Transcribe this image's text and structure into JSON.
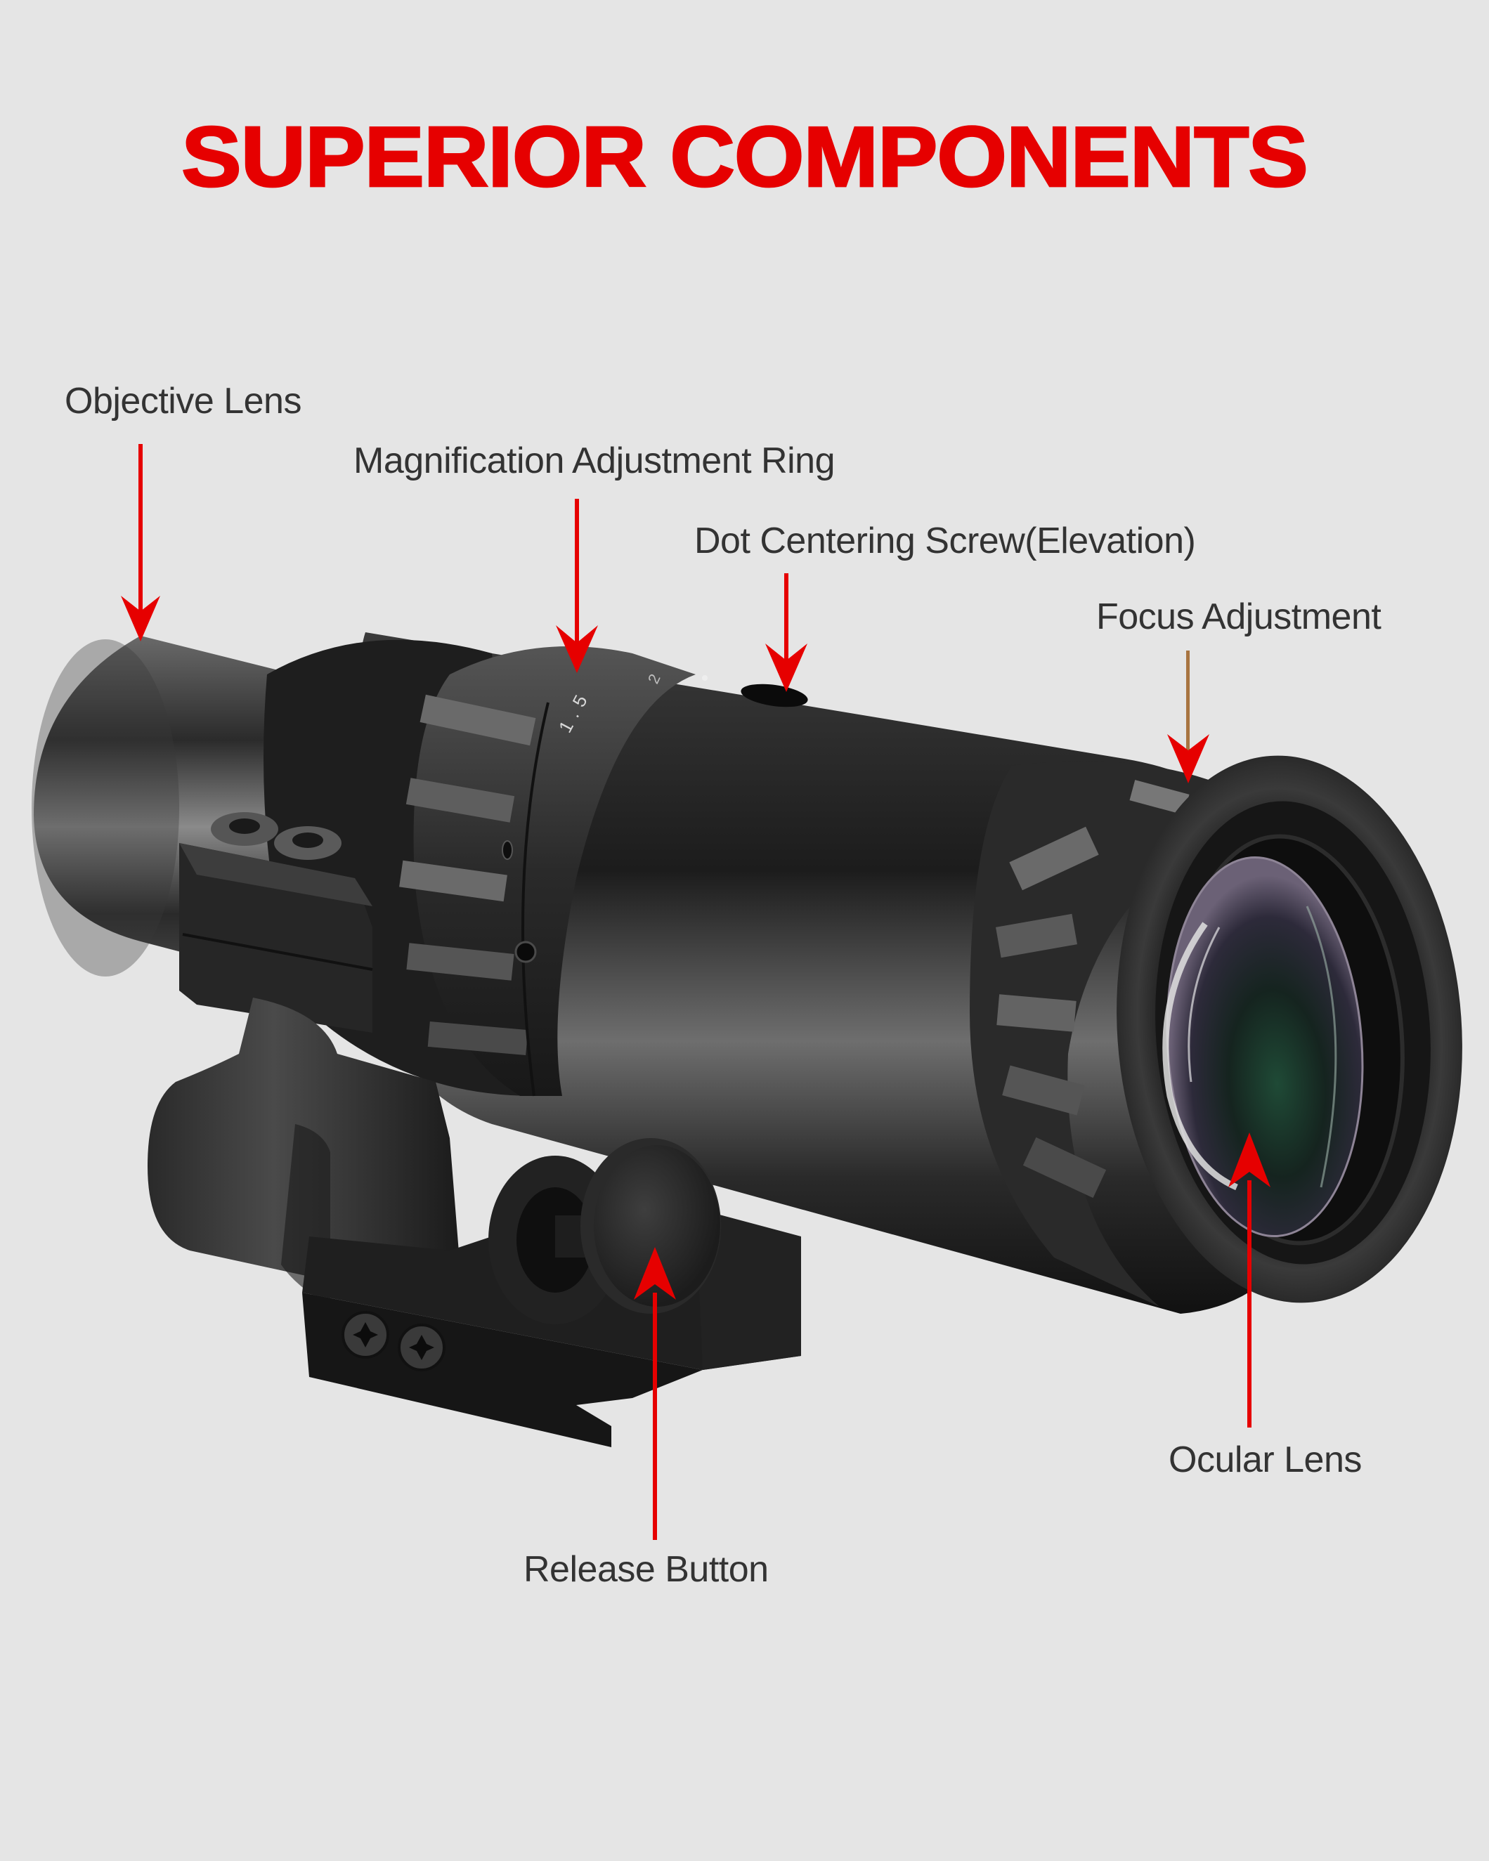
{
  "header": {
    "title": "SUPERIOR COMPONENTS"
  },
  "colors": {
    "background": "#e5e5e5",
    "accent_red": "#e60000",
    "label_text": "#333333",
    "focus_arrow_shaft": "#a87440"
  },
  "product": {
    "name": "magnifier-scope",
    "magnification_ring_markings": [
      "1.5",
      "2"
    ]
  },
  "callouts": [
    {
      "id": "objective-lens",
      "label": "Objective Lens"
    },
    {
      "id": "magnification-ring",
      "label": "Magnification Adjustment Ring"
    },
    {
      "id": "dot-centering-screw",
      "label": "Dot Centering Screw(Elevation)"
    },
    {
      "id": "focus-adjustment",
      "label": "Focus Adjustment"
    },
    {
      "id": "ocular-lens",
      "label": "Ocular Lens"
    },
    {
      "id": "release-button",
      "label": "Release Button"
    }
  ]
}
